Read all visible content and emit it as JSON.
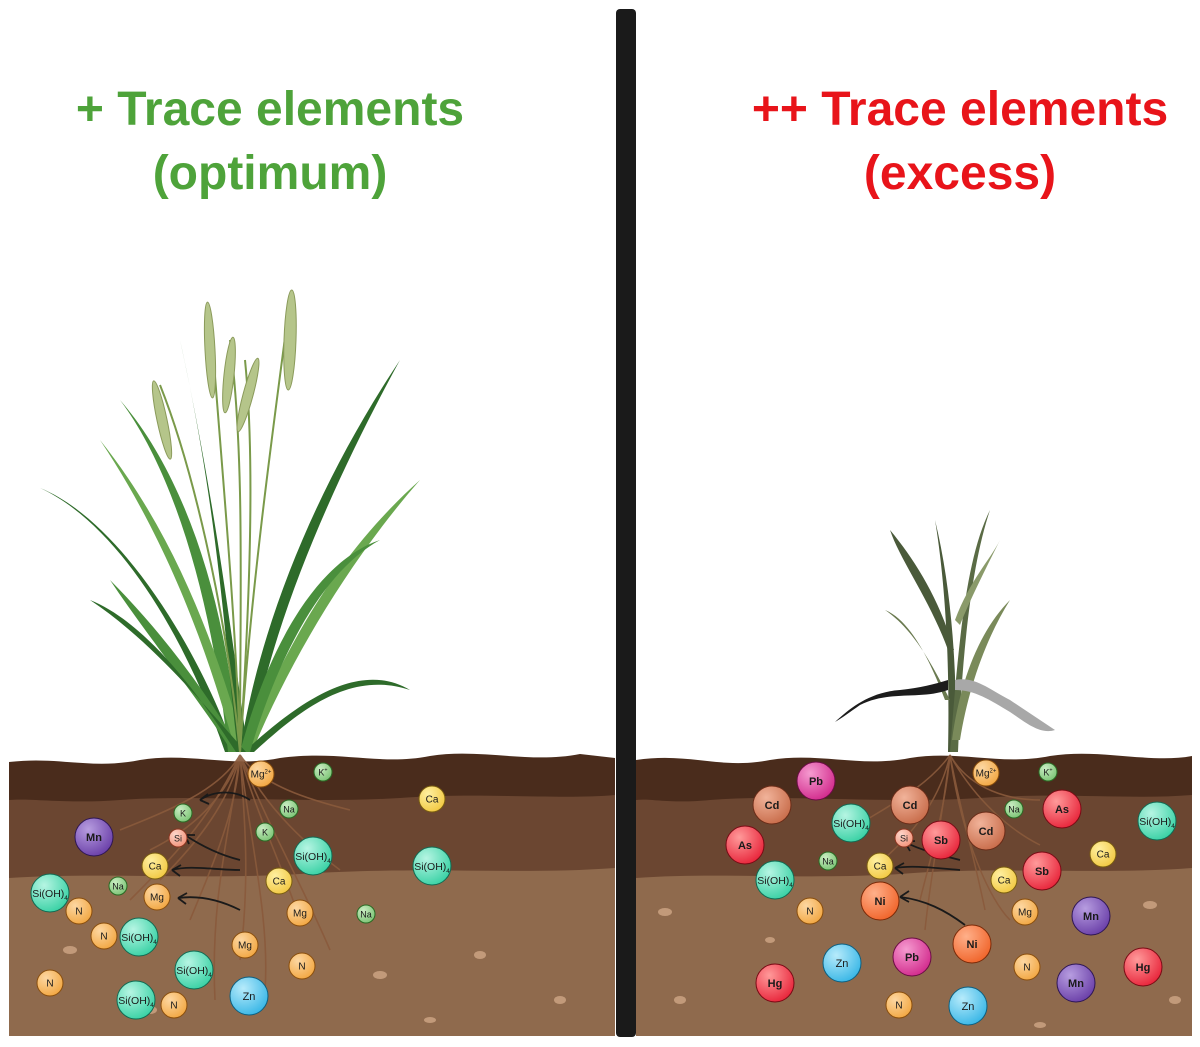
{
  "left_panel": {
    "title_line1": "+ Trace elements",
    "title_line2": "(optimum)",
    "title_color": "#4ea33a",
    "ions": [
      {
        "label": "Mg",
        "sup": "2+",
        "kind": "orange",
        "size": "s"
      },
      {
        "label": "K",
        "sup": "+",
        "kind": "green",
        "size": "xs"
      },
      {
        "label": "Ca",
        "sup": "",
        "kind": "yellow",
        "size": "s"
      },
      {
        "label": "K",
        "sup": "",
        "kind": "green",
        "size": "xs"
      },
      {
        "label": "Na",
        "sup": "",
        "kind": "green",
        "size": "xs"
      },
      {
        "label": "Mn",
        "sup": "",
        "kind": "purple",
        "size": "m"
      },
      {
        "label": "Si",
        "sup": "",
        "kind": "pink",
        "size": "xs"
      },
      {
        "label": "K",
        "sup": "",
        "kind": "green",
        "size": "xs"
      },
      {
        "label": "Si(OH)",
        "sup": "",
        "sub": "4",
        "kind": "teal",
        "size": "m"
      },
      {
        "label": "Si(OH)",
        "sup": "",
        "sub": "4",
        "kind": "teal",
        "size": "m"
      },
      {
        "label": "Ca",
        "sup": "",
        "kind": "yellow",
        "size": "s"
      },
      {
        "label": "Ca",
        "sup": "",
        "kind": "yellow",
        "size": "s"
      },
      {
        "label": "Si(OH)",
        "sup": "",
        "sub": "4",
        "kind": "teal",
        "size": "m"
      },
      {
        "label": "Na",
        "sup": "",
        "kind": "green",
        "size": "xs"
      },
      {
        "label": "Mg",
        "sup": "",
        "kind": "orange",
        "size": "s"
      },
      {
        "label": "N",
        "sup": "",
        "kind": "orange",
        "size": "s"
      },
      {
        "label": "Mg",
        "sup": "",
        "kind": "orange",
        "size": "s"
      },
      {
        "label": "Na",
        "sup": "",
        "kind": "green",
        "size": "xs"
      },
      {
        "label": "N",
        "sup": "",
        "kind": "orange",
        "size": "s"
      },
      {
        "label": "Si(OH)",
        "sup": "",
        "sub": "4",
        "kind": "teal",
        "size": "m"
      },
      {
        "label": "Mg",
        "sup": "",
        "kind": "orange",
        "size": "s"
      },
      {
        "label": "Si(OH)",
        "sup": "",
        "sub": "4",
        "kind": "teal",
        "size": "m"
      },
      {
        "label": "N",
        "sup": "",
        "kind": "orange",
        "size": "s"
      },
      {
        "label": "N",
        "sup": "",
        "kind": "orange",
        "size": "s"
      },
      {
        "label": "Zn",
        "sup": "",
        "kind": "blue",
        "size": "m"
      },
      {
        "label": "Si(OH)",
        "sup": "",
        "sub": "4",
        "kind": "teal",
        "size": "m"
      },
      {
        "label": "N",
        "sup": "",
        "kind": "orange",
        "size": "s"
      }
    ]
  },
  "right_panel": {
    "title_line1": "++ Trace elements",
    "title_line2": "(excess)",
    "title_color": "#e8141a",
    "ions": [
      {
        "label": "Pb",
        "sup": "",
        "kind": "magenta",
        "size": "m"
      },
      {
        "label": "Mg",
        "sup": "2+",
        "kind": "orange",
        "size": "s"
      },
      {
        "label": "K",
        "sup": "+",
        "kind": "green",
        "size": "xs"
      },
      {
        "label": "Cd",
        "sup": "",
        "kind": "brown",
        "size": "m"
      },
      {
        "label": "Cd",
        "sup": "",
        "kind": "brown",
        "size": "m"
      },
      {
        "label": "Na",
        "sup": "",
        "kind": "green",
        "size": "xs"
      },
      {
        "label": "As",
        "sup": "",
        "kind": "red",
        "size": "m"
      },
      {
        "label": "Si(OH)",
        "sup": "",
        "sub": "4",
        "kind": "teal",
        "size": "m"
      },
      {
        "label": "Si(OH)",
        "sup": "",
        "sub": "4",
        "kind": "teal",
        "size": "m"
      },
      {
        "label": "Si",
        "sup": "",
        "kind": "pink",
        "size": "xs"
      },
      {
        "label": "Sb",
        "sup": "",
        "kind": "red",
        "size": "m"
      },
      {
        "label": "Cd",
        "sup": "",
        "kind": "brown",
        "size": "m"
      },
      {
        "label": "As",
        "sup": "",
        "kind": "red",
        "size": "m"
      },
      {
        "label": "Na",
        "sup": "",
        "kind": "green",
        "size": "xs"
      },
      {
        "label": "Ca",
        "sup": "",
        "kind": "yellow",
        "size": "s"
      },
      {
        "label": "Ca",
        "sup": "",
        "kind": "yellow",
        "size": "s"
      },
      {
        "label": "Si(OH)",
        "sup": "",
        "sub": "4",
        "kind": "teal",
        "size": "m"
      },
      {
        "label": "Ca",
        "sup": "",
        "kind": "yellow",
        "size": "s"
      },
      {
        "label": "Sb",
        "sup": "",
        "kind": "red",
        "size": "m"
      },
      {
        "label": "Ni",
        "sup": "",
        "kind": "darkorange",
        "size": "m"
      },
      {
        "label": "N",
        "sup": "",
        "kind": "orange",
        "size": "s"
      },
      {
        "label": "Mg",
        "sup": "",
        "kind": "orange",
        "size": "s"
      },
      {
        "label": "Mn",
        "sup": "",
        "kind": "purple",
        "size": "m"
      },
      {
        "label": "Ni",
        "sup": "",
        "kind": "darkorange",
        "size": "m"
      },
      {
        "label": "Pb",
        "sup": "",
        "kind": "magenta",
        "size": "m"
      },
      {
        "label": "Zn",
        "sup": "",
        "kind": "blue",
        "size": "m"
      },
      {
        "label": "N",
        "sup": "",
        "kind": "orange",
        "size": "s"
      },
      {
        "label": "Hg",
        "sup": "",
        "kind": "red",
        "size": "m"
      },
      {
        "label": "Hg",
        "sup": "",
        "kind": "red",
        "size": "m"
      },
      {
        "label": "Mn",
        "sup": "",
        "kind": "purple",
        "size": "m"
      },
      {
        "label": "N",
        "sup": "",
        "kind": "orange",
        "size": "s"
      },
      {
        "label": "Zn",
        "sup": "",
        "kind": "blue",
        "size": "m"
      }
    ]
  },
  "colors": {
    "divider": "#1a1a1a",
    "soil_top": "#4a2c1c",
    "soil_mid": "#6b4631",
    "soil_bottom": "#8f6a4d",
    "healthy_leaf_dark": "#2e6b2a",
    "healthy_leaf_light": "#6aa84f",
    "stressed_leaf": "#5a6b45"
  },
  "ion_palette": {
    "orange": [
      "#fdd7a2",
      "#f2a742",
      "#8a4e0c"
    ],
    "yellow": [
      "#fff0a0",
      "#f2c842",
      "#7a5e10"
    ],
    "green": [
      "#c9ecc2",
      "#7cc475",
      "#2a6a24"
    ],
    "teal": [
      "#b6f5e3",
      "#38d1a4",
      "#116a52"
    ],
    "purple": [
      "#b79de0",
      "#6a3fa8",
      "#2e1654"
    ],
    "pink": [
      "#fdd6ca",
      "#f3937a",
      "#8a3520"
    ],
    "blue": [
      "#b7ebfb",
      "#38b6e6",
      "#0c5f80"
    ],
    "red": [
      "#ff9a9a",
      "#e8243a",
      "#7a0a14"
    ],
    "brown": [
      "#f1b39a",
      "#c86c4a",
      "#6a2c18"
    ],
    "magenta": [
      "#f59bd0",
      "#d22a8c",
      "#6a0c44"
    ],
    "darkorange": [
      "#ffb08a",
      "#f0642a",
      "#7a2a08"
    ]
  }
}
